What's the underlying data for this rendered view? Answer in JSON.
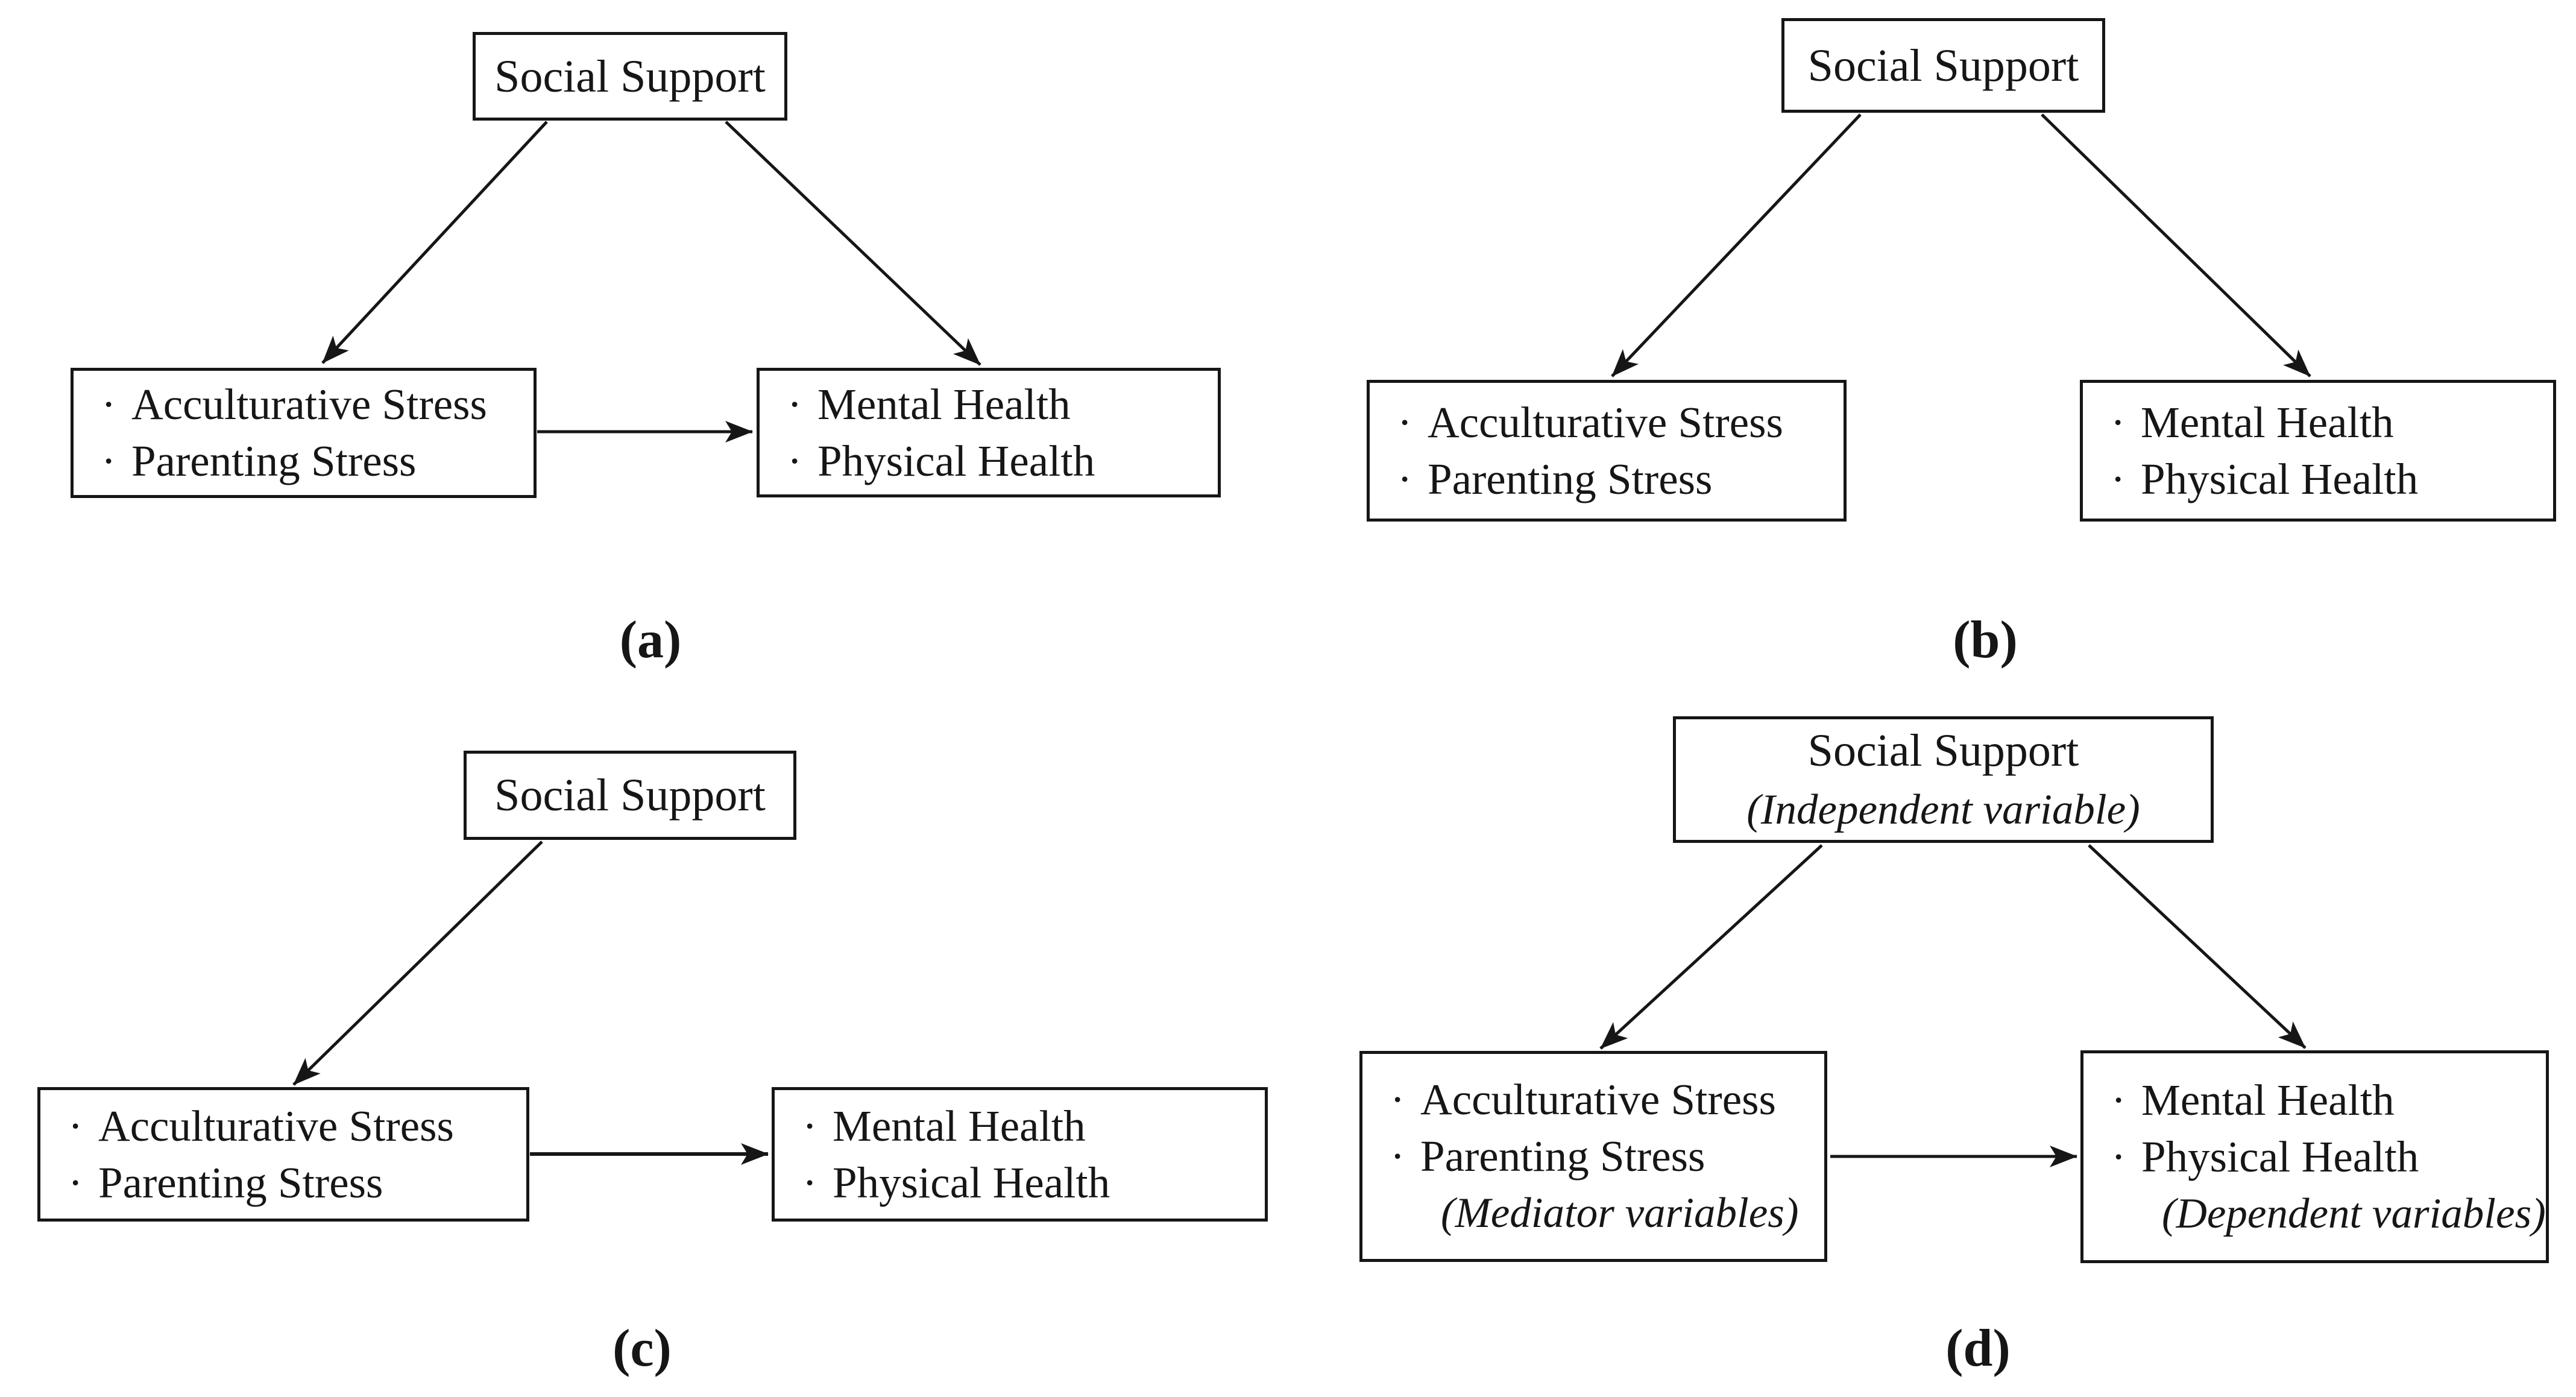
{
  "colors": {
    "ink": "#161616",
    "paper": "#ffffff"
  },
  "bullet": "·",
  "panels": {
    "a": {
      "label": "(a)",
      "social_support": "Social Support",
      "stressors": [
        "Acculturative Stress",
        "Parenting Stress"
      ],
      "health": [
        "Mental Health",
        "Physical Health"
      ]
    },
    "b": {
      "label": "(b)",
      "social_support": "Social Support",
      "stressors": [
        "Acculturative Stress",
        "Parenting Stress"
      ],
      "health": [
        "Mental Health",
        "Physical Health"
      ]
    },
    "c": {
      "label": "(c)",
      "social_support": "Social Support",
      "stressors": [
        "Acculturative Stress",
        "Parenting Stress"
      ],
      "health": [
        "Mental Health",
        "Physical Health"
      ]
    },
    "d": {
      "label": "(d)",
      "social_support": "Social Support",
      "social_support_role": "(Independent variable)",
      "stressors": [
        "Acculturative Stress",
        "Parenting Stress"
      ],
      "stressors_role": "(Mediator variables)",
      "health": [
        "Mental Health",
        "Physical Health"
      ],
      "health_role": "(Dependent variables)"
    }
  }
}
